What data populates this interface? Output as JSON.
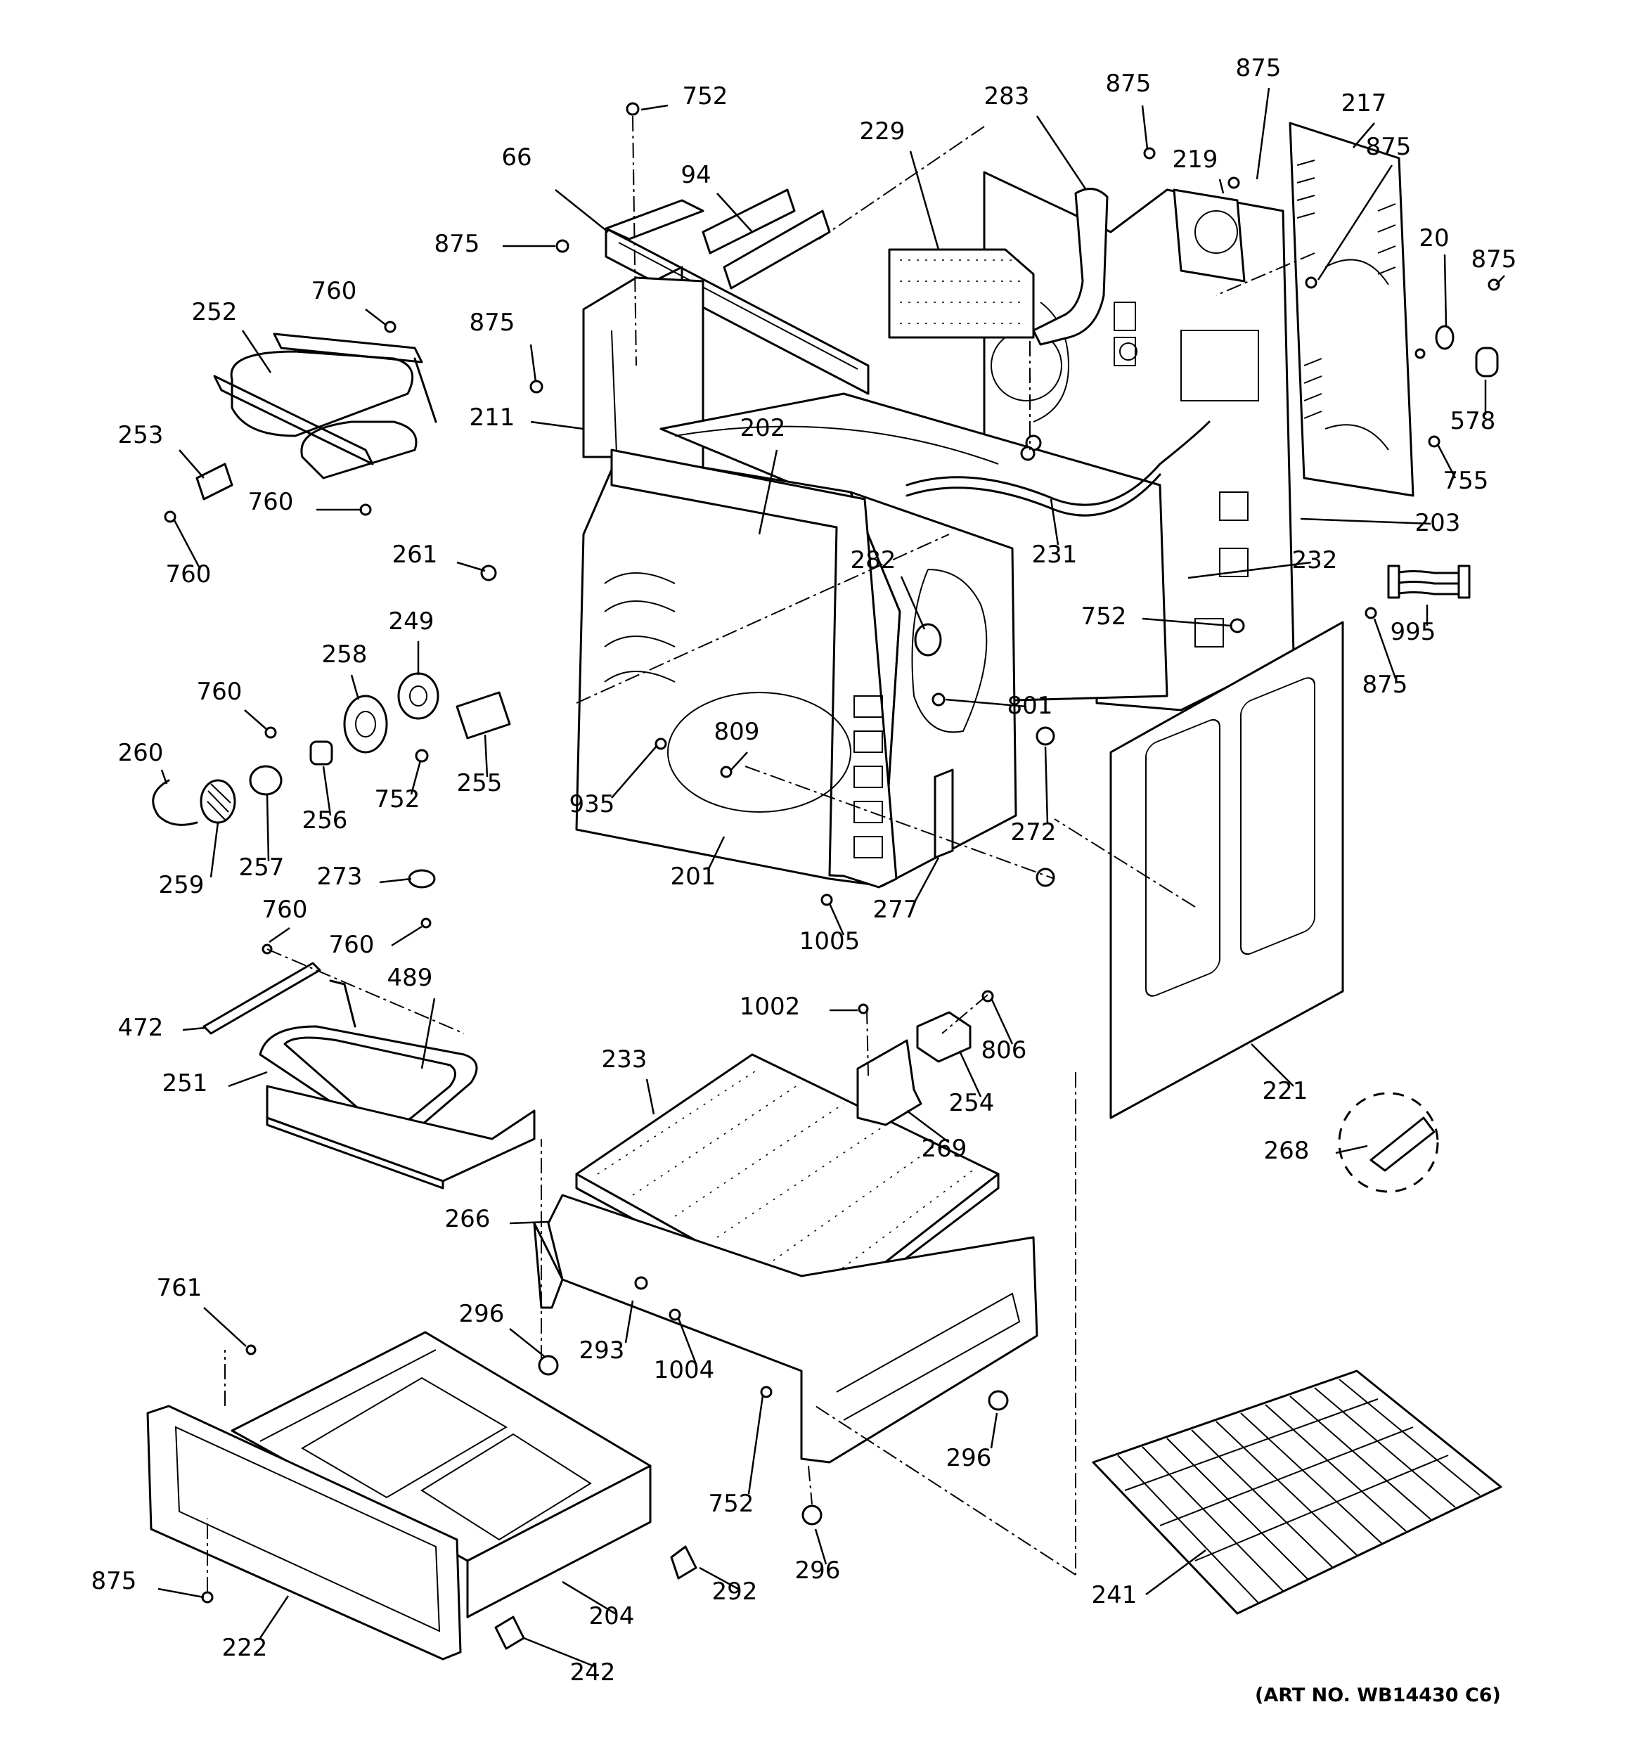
{
  "art_number": "(ART NO. WB14430 C6)",
  "callouts": [
    {
      "id": "c752a",
      "label": "752"
    },
    {
      "id": "c66",
      "label": "66"
    },
    {
      "id": "c94",
      "label": "94"
    },
    {
      "id": "c875a",
      "label": "875"
    },
    {
      "id": "c229",
      "label": "229"
    },
    {
      "id": "c283",
      "label": "283"
    },
    {
      "id": "c875b",
      "label": "875"
    },
    {
      "id": "c219",
      "label": "219"
    },
    {
      "id": "c875c",
      "label": "875"
    },
    {
      "id": "c217",
      "label": "217"
    },
    {
      "id": "c875d",
      "label": "875"
    },
    {
      "id": "c20",
      "label": "20"
    },
    {
      "id": "c875e",
      "label": "875"
    },
    {
      "id": "c578",
      "label": "578"
    },
    {
      "id": "c755",
      "label": "755"
    },
    {
      "id": "c203",
      "label": "203"
    },
    {
      "id": "c760a",
      "label": "760"
    },
    {
      "id": "c252",
      "label": "252"
    },
    {
      "id": "c875f",
      "label": "875"
    },
    {
      "id": "c211",
      "label": "211"
    },
    {
      "id": "c253",
      "label": "253"
    },
    {
      "id": "c760b",
      "label": "760"
    },
    {
      "id": "c760c",
      "label": "760"
    },
    {
      "id": "c202",
      "label": "202"
    },
    {
      "id": "c231",
      "label": "231"
    },
    {
      "id": "c232",
      "label": "232"
    },
    {
      "id": "c261",
      "label": "261"
    },
    {
      "id": "c282",
      "label": "282"
    },
    {
      "id": "c995",
      "label": "995"
    },
    {
      "id": "c752b",
      "label": "752"
    },
    {
      "id": "c875g",
      "label": "875"
    },
    {
      "id": "c249",
      "label": "249"
    },
    {
      "id": "c258",
      "label": "258"
    },
    {
      "id": "c760d",
      "label": "760"
    },
    {
      "id": "c801",
      "label": "801"
    },
    {
      "id": "c260",
      "label": "260"
    },
    {
      "id": "c809",
      "label": "809"
    },
    {
      "id": "c752c",
      "label": "752"
    },
    {
      "id": "c255",
      "label": "255"
    },
    {
      "id": "c256",
      "label": "256"
    },
    {
      "id": "c935",
      "label": "935"
    },
    {
      "id": "c272",
      "label": "272"
    },
    {
      "id": "c257",
      "label": "257"
    },
    {
      "id": "c259",
      "label": "259"
    },
    {
      "id": "c201",
      "label": "201"
    },
    {
      "id": "c273",
      "label": "273"
    },
    {
      "id": "c277",
      "label": "277"
    },
    {
      "id": "c760e",
      "label": "760"
    },
    {
      "id": "c1005",
      "label": "1005"
    },
    {
      "id": "c760f",
      "label": "760"
    },
    {
      "id": "c489",
      "label": "489"
    },
    {
      "id": "c1002",
      "label": "1002"
    },
    {
      "id": "c806",
      "label": "806"
    },
    {
      "id": "c472",
      "label": "472"
    },
    {
      "id": "c233",
      "label": "233"
    },
    {
      "id": "c251",
      "label": "251"
    },
    {
      "id": "c254",
      "label": "254"
    },
    {
      "id": "c221",
      "label": "221"
    },
    {
      "id": "c269",
      "label": "269"
    },
    {
      "id": "c268",
      "label": "268"
    },
    {
      "id": "c266",
      "label": "266"
    },
    {
      "id": "c761",
      "label": "761"
    },
    {
      "id": "c296a",
      "label": "296"
    },
    {
      "id": "c293",
      "label": "293"
    },
    {
      "id": "c1004",
      "label": "1004"
    },
    {
      "id": "c296b",
      "label": "296"
    },
    {
      "id": "c752d",
      "label": "752"
    },
    {
      "id": "c296c",
      "label": "296"
    },
    {
      "id": "c875h",
      "label": "875"
    },
    {
      "id": "c292",
      "label": "292"
    },
    {
      "id": "c241",
      "label": "241"
    },
    {
      "id": "c204",
      "label": "204"
    },
    {
      "id": "c222",
      "label": "222"
    },
    {
      "id": "c242",
      "label": "242"
    }
  ]
}
